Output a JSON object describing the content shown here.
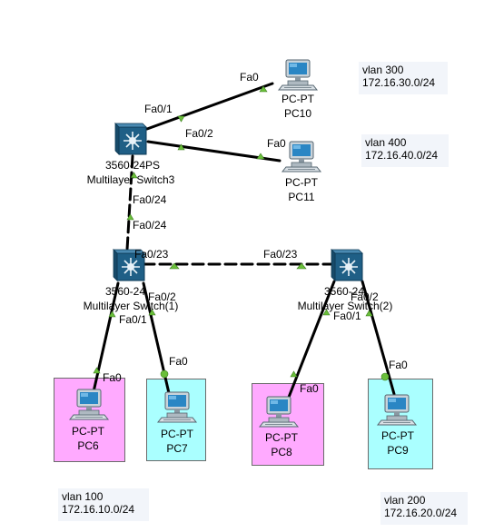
{
  "colors": {
    "pink_area": "#ffaaff",
    "cyan_area": "#aaffff",
    "link_indicator": "#6abf3a",
    "vlan_label_bg": "#f2f5fa",
    "switch_body": "#1f5f86"
  },
  "vlan_labels": [
    {
      "id": "vlan300",
      "line1": "vlan 300",
      "line2": "172.16.30.0/24"
    },
    {
      "id": "vlan400",
      "line1": "vlan 400",
      "line2": "172.16.40.0/24"
    },
    {
      "id": "vlan100",
      "line1": "vlan 100",
      "line2": "172.16.10.0/24"
    },
    {
      "id": "vlan200",
      "line1": "vlan 200",
      "line2": "172.16.20.0/24"
    }
  ],
  "switches": [
    {
      "id": "switch3",
      "model": "3560-24PS",
      "name": "Multilayer Switch3",
      "icon": "multilayer-switch-icon"
    },
    {
      "id": "switch1",
      "model": "3560-24",
      "name": "Multilayer Switch(1)",
      "icon": "multilayer-switch-icon"
    },
    {
      "id": "switch2",
      "model": "3560-24",
      "name": "Multilayer Switch(2)",
      "icon": "multilayer-switch-icon"
    }
  ],
  "pcs": [
    {
      "id": "pc10",
      "type": "PC-PT",
      "name": "PC10",
      "port": "Fa0",
      "icon": "pc-icon"
    },
    {
      "id": "pc11",
      "type": "PC-PT",
      "name": "PC11",
      "port": "Fa0",
      "icon": "pc-icon"
    },
    {
      "id": "pc6",
      "type": "PC-PT",
      "name": "PC6",
      "port": "Fa0",
      "icon": "pc-icon"
    },
    {
      "id": "pc7",
      "type": "PC-PT",
      "name": "PC7",
      "port": "Fa0",
      "icon": "pc-icon"
    },
    {
      "id": "pc8",
      "type": "PC-PT",
      "name": "PC8",
      "port": "Fa0",
      "icon": "pc-icon"
    },
    {
      "id": "pc9",
      "type": "PC-PT",
      "name": "PC9",
      "port": "Fa0",
      "icon": "pc-icon"
    }
  ],
  "ports": {
    "sw3_to_pc10": "Fa0/1",
    "sw3_to_pc11": "Fa0/2",
    "sw3_to_sw1": "Fa0/24",
    "sw1_to_sw3": "Fa0/24",
    "sw1_to_sw2": "Fa0/23",
    "sw2_to_sw1": "Fa0/23",
    "sw1_to_pc6": "Fa0/1",
    "sw1_to_pc7": "Fa0/2",
    "sw2_to_pc8": "Fa0/2",
    "sw2_to_pc9": "Fa0/1"
  }
}
